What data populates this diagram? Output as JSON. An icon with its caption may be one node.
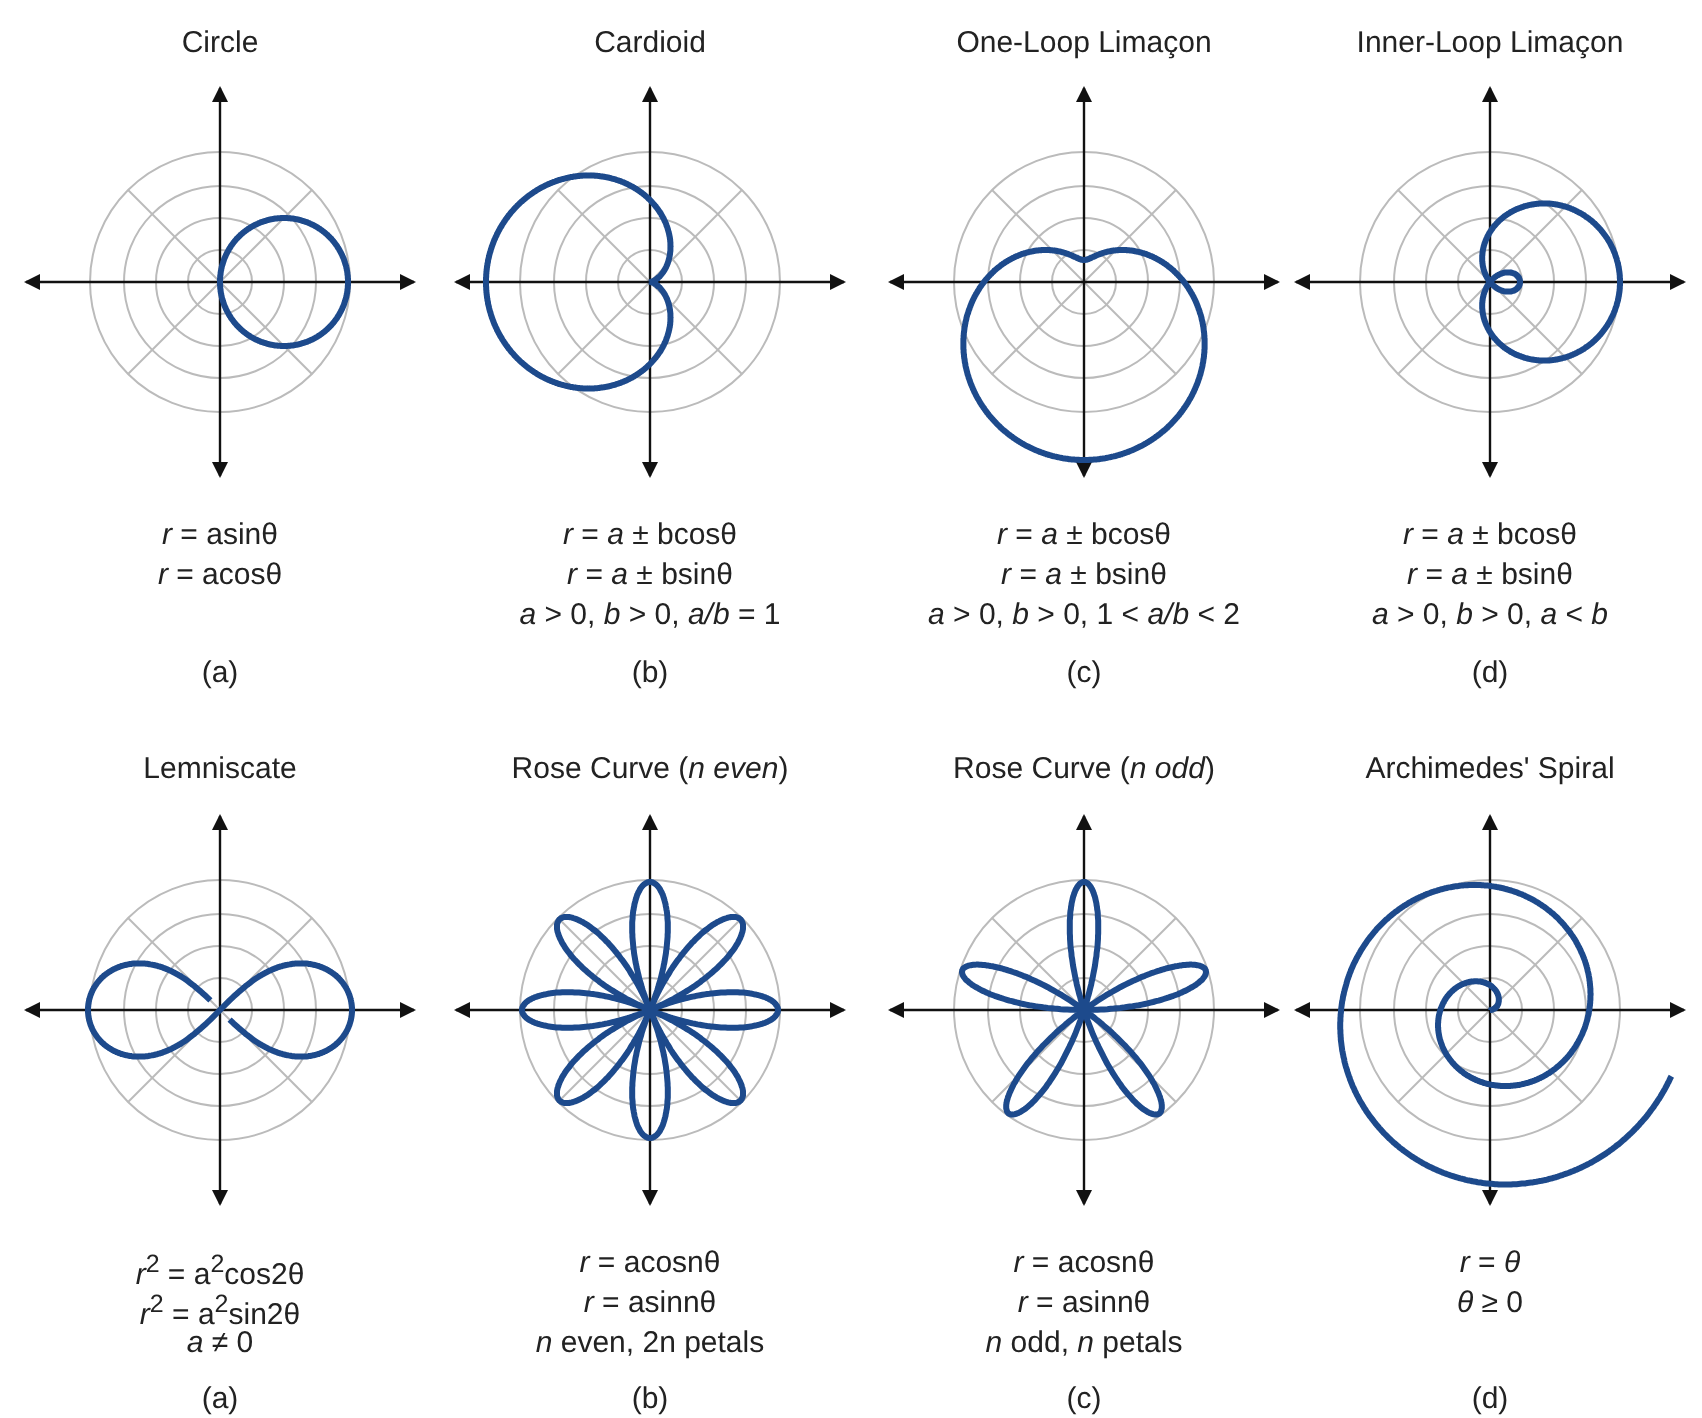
{
  "diagram": {
    "labels": [
      "Circle",
      "*r* = asinθ",
      "*r* = acosθ",
      "(a)",
      "Cardioid",
      "*r* = *a* ± bcosθ",
      "*r* = *a* ± bsinθ",
      "*a* > 0, *b* > 0, *a/b* = 1",
      "(b)",
      "One-Loop Limaçon",
      "*r* = *a* ± bcosθ",
      "*r* = *a* ± bsinθ",
      "*a* > 0, *b* > 0, 1 < *a/b* < 2",
      "(c)",
      "Inner-Loop Limaçon",
      "*r* = *a* ± bcosθ",
      "*r* = *a* ± bsinθ",
      "*a* > 0, *b* > 0, *a* < *b*",
      "(d)",
      "Lemniscate",
      "*r*$^{2}$ = a$^{2}$cos2θ",
      "*r*$^{2}$ = a$^{2}$sin2θ",
      "*a* ≠ 0",
      "(a)",
      "Rose Curve (*n even*)",
      "*r* = acosnθ",
      "*r* = asinnθ",
      "*n* even, 2n petals",
      "(b)",
      "Rose Curve (*n odd*)",
      "*r* = acosnθ",
      "*r* = asinnθ",
      "*n* odd, *n* petals",
      "(c)",
      "Archimedes' Spiral",
      "*r* = *θ*",
      "*θ* ≥ 0",
      "(d)"
    ]
  }
}
